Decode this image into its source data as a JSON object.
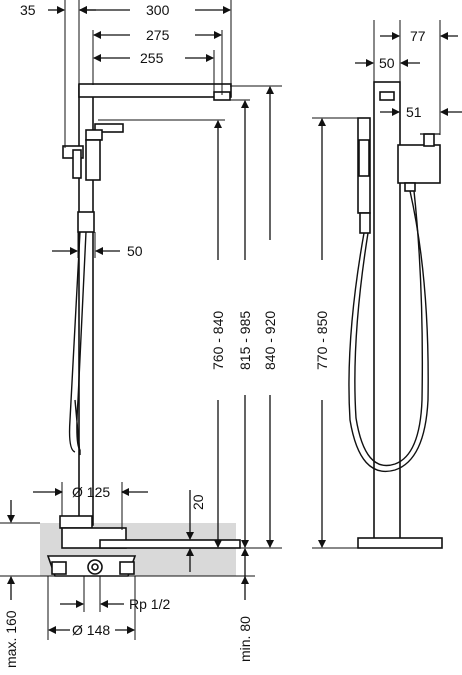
{
  "dims": {
    "d35": "35",
    "d300": "300",
    "d275": "275",
    "d255": "255",
    "d77": "77",
    "d50_top": "50",
    "d51": "51",
    "d50_side": "50",
    "h760_840": "760 - 840",
    "h815_985": "815 - 985",
    "h840_920": "840 - 920",
    "h770_850": "770 - 850",
    "d125": "Ø 125",
    "d20": "20",
    "rp": "Rp 1/2",
    "d148": "Ø 148",
    "max160": "max. 160",
    "min80": "min. 80"
  },
  "colors": {
    "line": "#111111",
    "floor": "#d9d9d9"
  }
}
